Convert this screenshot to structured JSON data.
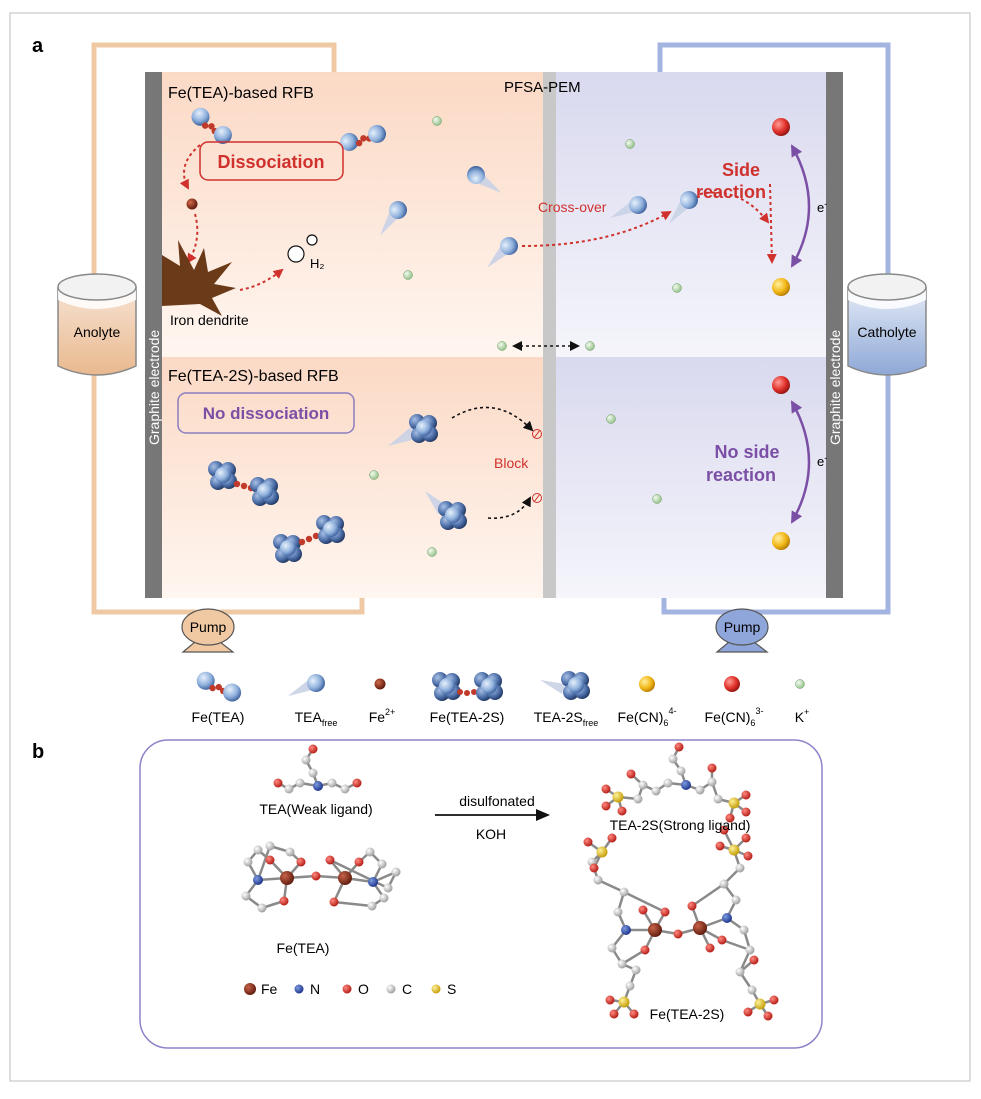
{
  "panel_a": {
    "panel_label": "a",
    "top_title": "Fe(TEA)-based RFB",
    "bottom_title": "Fe(TEA-2S)-based RFB",
    "membrane_label": "PFSA-PEM",
    "dissociation": "Dissociation",
    "no_dissociation": "No dissociation",
    "side_reaction": [
      "Side",
      "reaction"
    ],
    "no_side_reaction": [
      "No side",
      "reaction"
    ],
    "cross_over": "Cross-over",
    "block": "Block",
    "h2_label": "H₂",
    "iron_dendrite": "Iron dendrite",
    "electron_label": "e",
    "electron_sup": "-",
    "electrode_label": "Graphite electrode",
    "anolyte": "Anolyte",
    "catholyte": "Catholyte",
    "pump": "Pump"
  },
  "legend": [
    {
      "name": "Fe(TEA)",
      "main": "Fe(TEA)",
      "sub": "",
      "sup": ""
    },
    {
      "name": "TEA-free",
      "main": "TEA",
      "sub": "free",
      "sup": ""
    },
    {
      "name": "Fe2+",
      "main": "Fe",
      "sub": "",
      "sup": "2+"
    },
    {
      "name": "Fe(TEA-2S)",
      "main": "Fe(TEA-2S)",
      "sub": "",
      "sup": ""
    },
    {
      "name": "TEA-2S-free",
      "main": "TEA-2S",
      "sub": "free",
      "sup": ""
    },
    {
      "name": "ferrocyanide",
      "main": "Fe(CN)",
      "sub": "6",
      "sup": "4-"
    },
    {
      "name": "ferricyanide",
      "main": "Fe(CN)",
      "sub": "6",
      "sup": "3-"
    },
    {
      "name": "K+",
      "main": "K",
      "sub": "",
      "sup": "+"
    }
  ],
  "panel_b": {
    "panel_label": "b",
    "tea_label": "TEA(Weak ligand)",
    "tea2s_label": "TEA-2S(Strong ligand)",
    "arrow_top": "disulfonated",
    "arrow_bottom": "KOH",
    "fe_tea_label": "Fe(TEA)",
    "fe_tea2s_label": "Fe(TEA-2S)",
    "atom_legend": [
      "Fe",
      "N",
      "O",
      "C",
      "S"
    ]
  },
  "colors": {
    "anolyte_tint": "#f9dccb",
    "catholyte_tint": "#dcdcf0",
    "anolyte_pipe": "#efc8a4",
    "catholyte_pipe": "#a3b4e0",
    "electrode": "#777777",
    "membrane": "#c8c8c8",
    "dissociation_red": "#d0312d",
    "purple": "#7b4fa5",
    "fe_atom": "#8a2a1a",
    "n_atom": "#2b4aa8",
    "o_atom": "#dd2a22",
    "c_atom": "#c8c8c8",
    "s_atom": "#e2c21a"
  }
}
